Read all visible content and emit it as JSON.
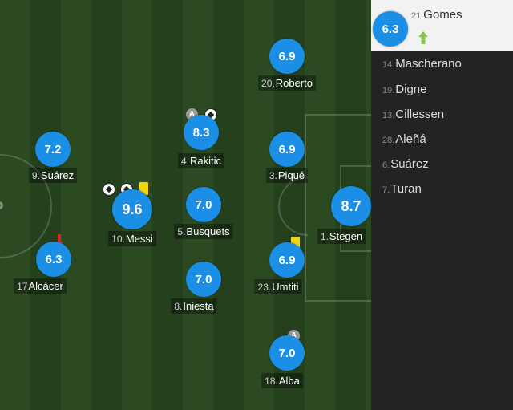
{
  "lineup": [
    {
      "key": "roberto",
      "number": "20.",
      "name": "Roberto",
      "rating": "6.9"
    },
    {
      "key": "rakitic",
      "number": "4.",
      "name": "Rakitic",
      "rating": "8.3",
      "captain": "A"
    },
    {
      "key": "suarez",
      "number": "9.",
      "name": "Suárez",
      "rating": "7.2"
    },
    {
      "key": "pique",
      "number": "3.",
      "name": "Piqué",
      "rating": "6.9"
    },
    {
      "key": "messi",
      "number": "10.",
      "name": "Messi",
      "rating": "9.6"
    },
    {
      "key": "busquets",
      "number": "5.",
      "name": "Busquets",
      "rating": "7.0"
    },
    {
      "key": "stegen",
      "number": "1.",
      "name": "Stegen",
      "rating": "8.7"
    },
    {
      "key": "alcacer",
      "number": "17",
      "name": "Alcácer",
      "rating": "6.3"
    },
    {
      "key": "umtiti",
      "number": "23.",
      "name": "Umtiti",
      "rating": "6.9"
    },
    {
      "key": "iniesta",
      "number": "8.",
      "name": "Iniesta",
      "rating": "7.0"
    },
    {
      "key": "alba",
      "number": "18.",
      "name": "Alba",
      "rating": "7.0",
      "captain": "A"
    }
  ],
  "substitutes": {
    "featured": {
      "number": "21.",
      "name": "Gomes",
      "rating": "6.3"
    },
    "list": [
      {
        "number": "14.",
        "name": "Mascherano"
      },
      {
        "number": "19.",
        "name": "Digne"
      },
      {
        "number": "13.",
        "name": "Cillessen"
      },
      {
        "number": "28.",
        "name": "Aleñá"
      },
      {
        "number": "6.",
        "name": "Suárez"
      },
      {
        "number": "7.",
        "name": "Turan"
      }
    ]
  },
  "colors": {
    "rating_bubble": "#1b8fe6",
    "yellow_card": "#f2d40c",
    "sub_in_arrow": "#8bc34a",
    "sub_out_arrow": "#d9282f"
  },
  "icons": [
    "football-icon",
    "yellow-card-icon",
    "captain-badge-icon",
    "sub-in-arrow-icon",
    "sub-out-arrow-icon"
  ]
}
